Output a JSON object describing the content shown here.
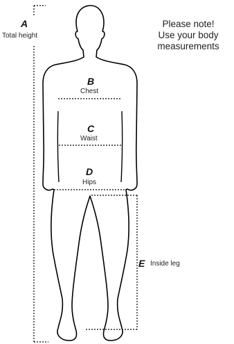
{
  "measurements": {
    "total_height": {
      "letter": "A",
      "label": "Total height"
    },
    "chest": {
      "letter": "B",
      "label": "Chest"
    },
    "waist": {
      "letter": "C",
      "label": "Waist"
    },
    "hips": {
      "letter": "D",
      "label": "Hips"
    },
    "inside_leg": {
      "letter": "E",
      "label": "Inside leg"
    }
  },
  "note": {
    "line1": "Please note!",
    "line2": "Use your body",
    "line3": "measurements"
  },
  "colors": {
    "outline": "#000000",
    "text": "#222222",
    "background": "#ffffff"
  }
}
